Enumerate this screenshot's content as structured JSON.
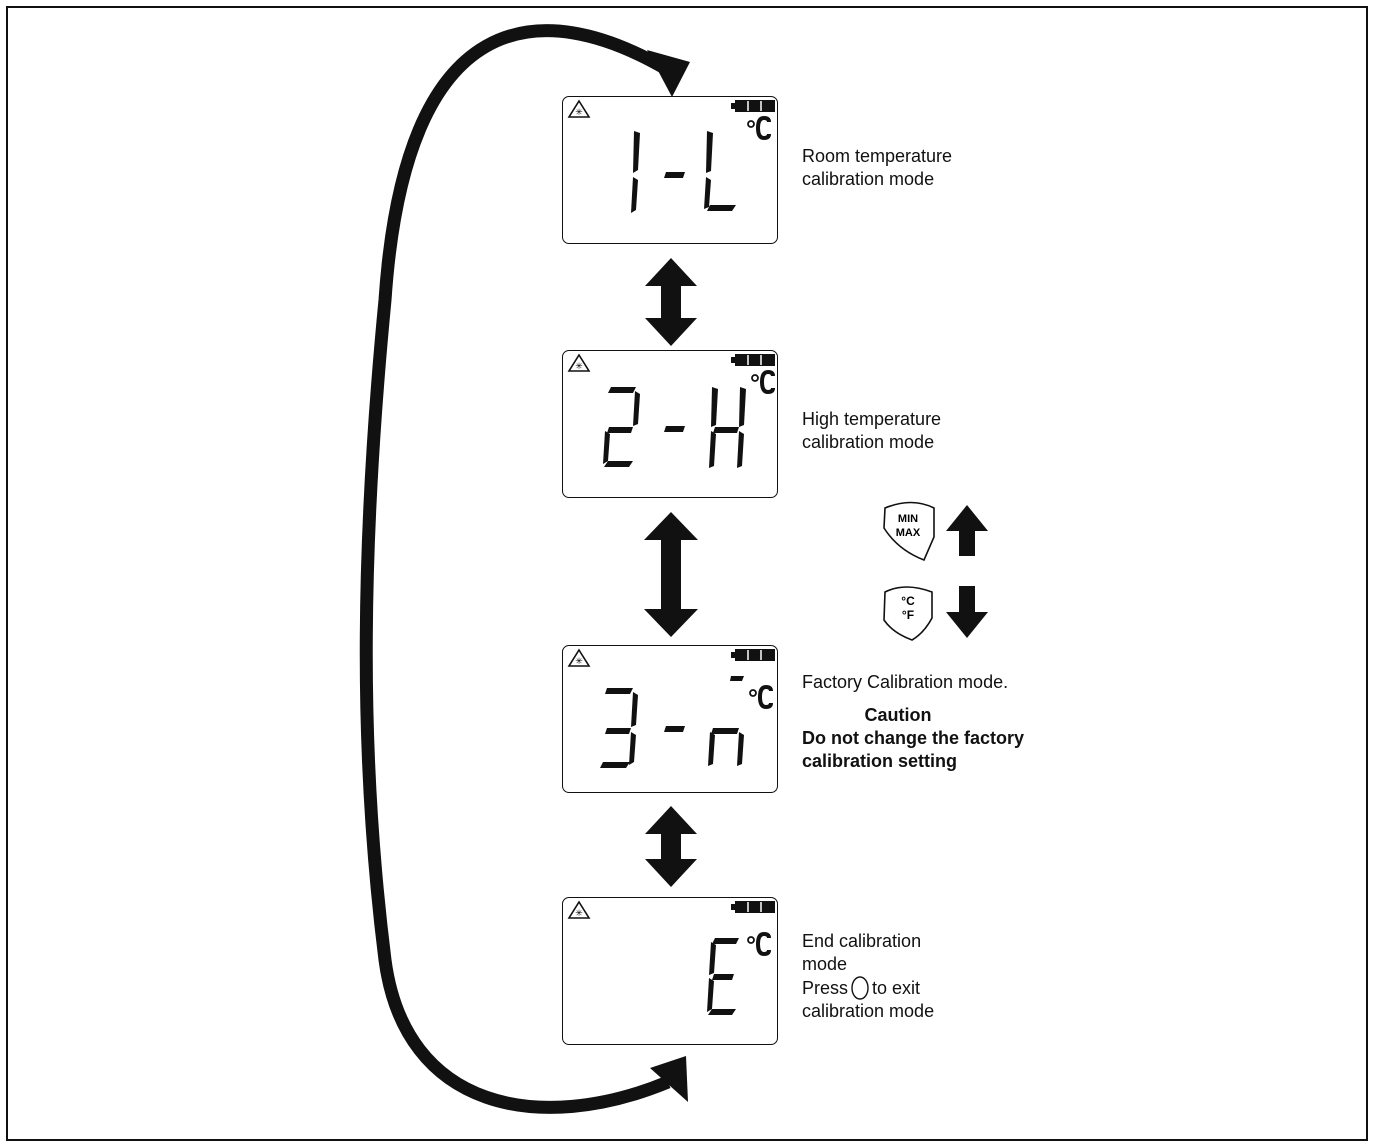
{
  "displays": [
    {
      "code": "1-L",
      "unit": "°C",
      "battery": "full"
    },
    {
      "code": "2-H",
      "unit": "°C",
      "battery": "full"
    },
    {
      "code": "3-n",
      "unit": "°C",
      "battery": "full"
    },
    {
      "code": "E",
      "unit": "°C",
      "battery": "full"
    }
  ],
  "descriptions": {
    "mode1": [
      "Room temperature",
      "calibration mode"
    ],
    "mode2": [
      "High temperature",
      "calibration mode"
    ],
    "mode3": "Factory Calibration mode.",
    "caution": [
      "Caution",
      "Do not change the factory",
      "calibration setting"
    ],
    "end_line1": "End calibration",
    "end_line2": "mode",
    "end_press": "Press",
    "end_toexit": "to exit",
    "end_line4": "calibration mode"
  },
  "buttons": {
    "minmax_top": "MIN",
    "minmax_bottom": "MAX",
    "cf_top": "°C",
    "cf_bottom": "°F"
  },
  "icons": [
    "laser-warning-icon",
    "battery-icon",
    "up-arrow-icon",
    "down-arrow-icon",
    "double-arrow-icon",
    "loop-arrow-icon",
    "trigger-button-icon"
  ]
}
